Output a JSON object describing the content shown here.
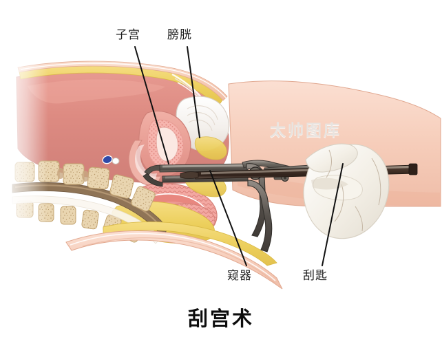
{
  "figure": {
    "title": "刮宫术",
    "watermark": "太帅图库",
    "background_color": "#ffffff"
  },
  "labels": [
    {
      "id": "uterus",
      "text": "子宫",
      "position": "top-left",
      "leader_from": [
        196,
        68
      ],
      "leader_to": [
        245,
        238
      ]
    },
    {
      "id": "bladder",
      "text": "膀胱",
      "position": "top-right",
      "leader_from": [
        272,
        68
      ],
      "leader_to": [
        290,
        200
      ]
    },
    {
      "id": "speculum",
      "text": "窥器",
      "position": "bottom-left",
      "leader_from": [
        358,
        386
      ],
      "leader_to": [
        305,
        248
      ]
    },
    {
      "id": "curette",
      "text": "刮匙",
      "position": "bottom-right",
      "leader_from": [
        468,
        386
      ],
      "leader_to": [
        498,
        238
      ]
    }
  ],
  "anatomy": [
    {
      "name": "abdominal-skin",
      "label": "腹壁皮肤",
      "color": "#f6c9b4"
    },
    {
      "name": "subcutaneous-fat",
      "label": "皮下脂肪",
      "color": "#f0d060"
    },
    {
      "name": "abdominal-muscle",
      "label": "腹壁肌层",
      "color": "#dd8b82"
    },
    {
      "name": "uterus-body",
      "label": "子宫",
      "color": "#e79a92"
    },
    {
      "name": "endometrium",
      "label": "子宫内膜",
      "color": "#f2a0a0"
    },
    {
      "name": "bladder",
      "label": "膀胱",
      "color": "#f4f1ee"
    },
    {
      "name": "rectum",
      "label": "直肠",
      "color": "#e8877f"
    },
    {
      "name": "vertebra",
      "label": "椎骨",
      "color": "#e5cfa8"
    },
    {
      "name": "spinal-canal",
      "label": "椎管",
      "color": "#9b7d5e"
    },
    {
      "name": "thigh",
      "label": "大腿",
      "color": "#f7ceba"
    },
    {
      "name": "blood-vessel",
      "label": "血管",
      "color": "#2f49a8"
    }
  ],
  "instruments": [
    {
      "name": "speculum",
      "label": "窥器",
      "color": "#5b5651",
      "highlight": "#8e8881"
    },
    {
      "name": "curette",
      "label": "刮匙",
      "color": "#3b2a22",
      "highlight": "#7d6a5e"
    },
    {
      "name": "gloved-hand",
      "label": "手套",
      "color": "#f4f1ea"
    }
  ],
  "colors": {
    "label_text": "#1b1b1b",
    "title_text": "#0d0d0d",
    "leader_line": "#111111",
    "watermark": "#e9e4e0"
  }
}
